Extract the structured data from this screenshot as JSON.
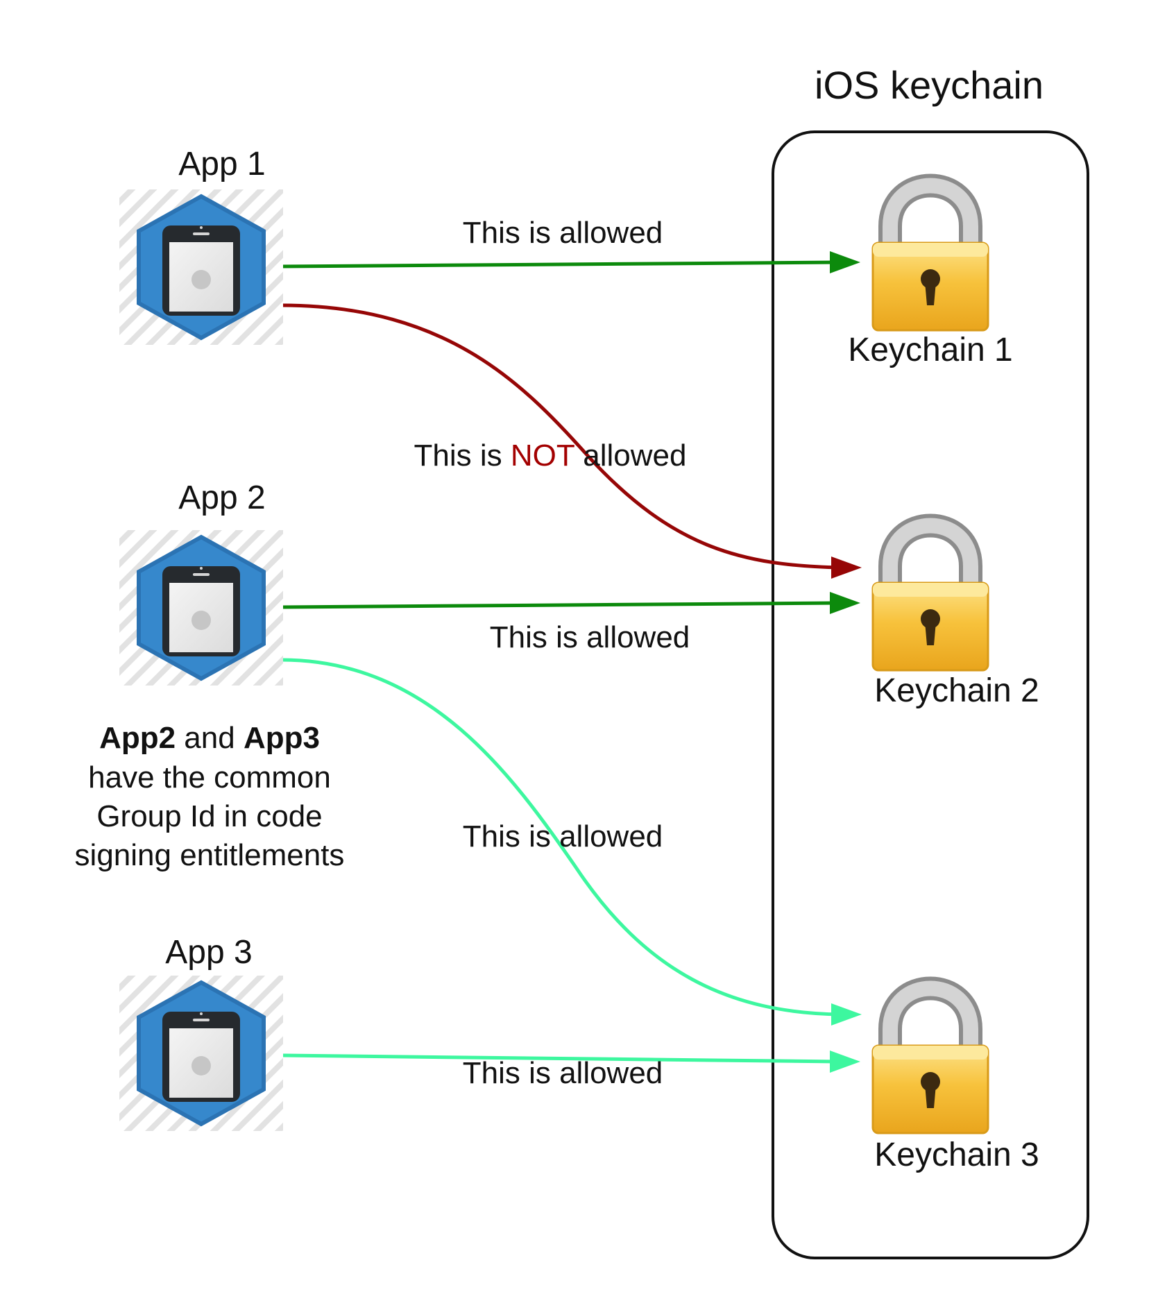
{
  "title": "iOS keychain",
  "colors": {
    "allowed": "#0c8a0c",
    "not_allowed": "#960606",
    "group": "#3df79f",
    "not_text": "#a30000",
    "hex_fill": "#3688cc",
    "hex_stroke": "#2b73b3",
    "lock_body": "#f2b82a",
    "lock_shackle": "#b9b9b9",
    "container_stroke": "#111111"
  },
  "apps": [
    {
      "label": "App 1",
      "icon": "iphone-hexagon-icon"
    },
    {
      "label": "App 2",
      "icon": "iphone-hexagon-icon"
    },
    {
      "label": "App 3",
      "icon": "iphone-hexagon-icon"
    }
  ],
  "keychains": [
    {
      "label": "Keychain 1",
      "icon": "padlock-icon"
    },
    {
      "label": "Keychain 2",
      "icon": "padlock-icon"
    },
    {
      "label": "Keychain 3",
      "icon": "padlock-icon"
    }
  ],
  "edges": [
    {
      "from": "App 1",
      "to": "Keychain 1",
      "style": "allowed",
      "label": "This is allowed"
    },
    {
      "from": "App 1",
      "to": "Keychain 2",
      "style": "not_allowed",
      "label_pre": "This is ",
      "label_em": "NOT",
      "label_post": " allowed"
    },
    {
      "from": "App 2",
      "to": "Keychain 2",
      "style": "allowed",
      "label": "This is allowed"
    },
    {
      "from": "App 2",
      "to": "Keychain 3",
      "style": "group",
      "label": "This is allowed"
    },
    {
      "from": "App 3",
      "to": "Keychain 3",
      "style": "group",
      "label": "This is allowed"
    }
  ],
  "note": {
    "line1_a": "App2",
    "line1_b": " and ",
    "line1_c": "App3",
    "line2": "have the common",
    "line3": "Group Id in code",
    "line4": "signing entitlements"
  }
}
